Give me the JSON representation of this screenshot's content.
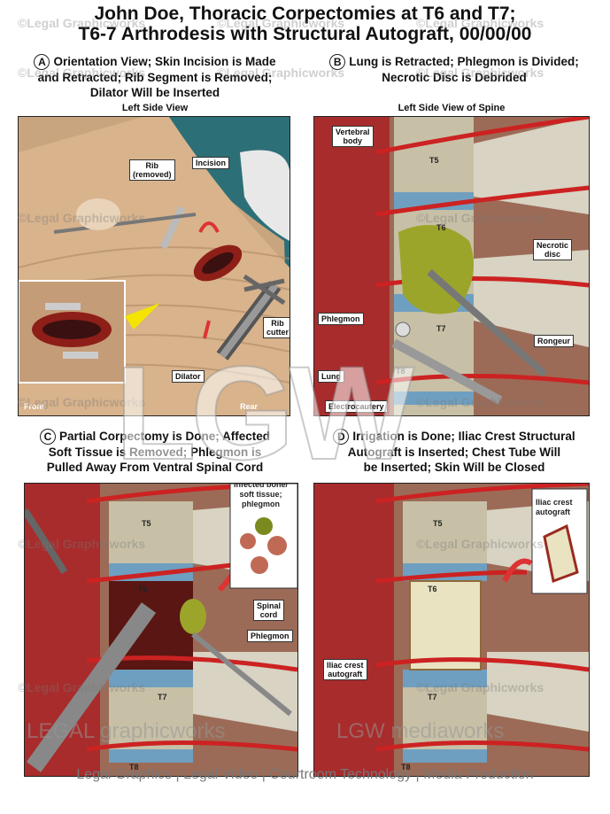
{
  "title": {
    "line1": "John Doe, Thoracic Corpectomies at T6 and T7;",
    "line2": "T6-7 Arthrodesis with Structural Autograft, 00/00/00"
  },
  "panels": {
    "a": {
      "letter": "A",
      "caption1": "Orientation View; Skin Incision is Made",
      "caption2": "and Retracted; Rib Segment is Removed;",
      "caption3": "Dilator Will be Inserted",
      "subtitle": "Left Side View",
      "labels": {
        "rib": "Rib\n(removed)",
        "incision": "Incision",
        "rib_cutter": "Rib\ncutter",
        "dilator": "Dilator",
        "front": "Front",
        "rear": "Rear"
      }
    },
    "b": {
      "letter": "B",
      "caption1": "Lung is Retracted; Phlegmon is Divided;",
      "caption2": "Necrotic Disc is Debrided",
      "subtitle": "Left Side View of Spine",
      "labels": {
        "vertebral_body": "Vertebral\nbody",
        "t5": "T5",
        "t6": "T6",
        "t7": "T7",
        "t8": "T8",
        "necrotic_disc": "Necrotic\ndisc",
        "phlegmon": "Phlegmon",
        "rongeur": "Rongeur",
        "lung": "Lung",
        "electrocautery": "Electrocautery"
      }
    },
    "c": {
      "letter": "C",
      "caption1": "Partial Corpectomy is Done; Affected",
      "caption2": "Soft Tissue is Removed; Phlegmon is",
      "caption3": "Pulled Away From Ventral Spinal Cord",
      "labels": {
        "infected": "Infected bone/\nsoft tissue;\nphlegmon",
        "t5": "T5",
        "t6": "T6",
        "t7": "T7",
        "t8": "T8",
        "spinal_cord": "Spinal\ncord",
        "phlegmon": "Phlegmon"
      }
    },
    "d": {
      "letter": "D",
      "caption1": "Irrigation is Done; Iliac Crest Structural",
      "caption2": "Autograft is Inserted; Chest Tube Will",
      "caption3": "be Inserted; Skin Will be Closed",
      "labels": {
        "iliac1": "Iliac crest\nautograft",
        "iliac2": "Iliac crest\nautograft",
        "t5": "T5",
        "t6": "T6",
        "t7": "T7",
        "t8": "T8"
      }
    }
  },
  "watermark": "©Legal Graphicworks",
  "brand": {
    "left": "LEGAL graphicworks",
    "right": "LGW mediaworks",
    "center": "LGW"
  },
  "footer": "Legal Graphics | Legal Video | Courtroom Technology | Media Production"
}
